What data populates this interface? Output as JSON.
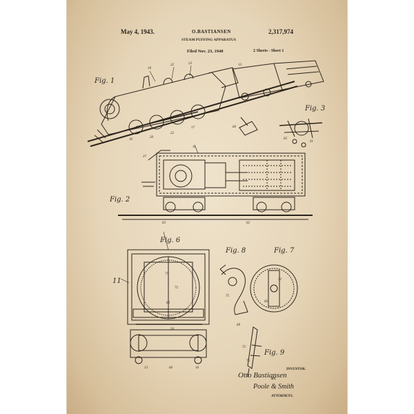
{
  "header": {
    "date": "May 4, 1943.",
    "inventor_name": "O.BASTIANSEN",
    "patent_number": "2,317,974",
    "title": "STEAM PUFFING APPARATUS",
    "filed": "Filed Nov. 23, 1940",
    "sheets": "2 Sheets - Sheet 1"
  },
  "figures": {
    "fig1": "Fig. 1",
    "fig2": "Fig. 2",
    "fig3": "Fig. 3",
    "fig6": "Fig. 6",
    "fig7": "Fig. 7",
    "fig8": "Fig. 8",
    "fig9": "Fig. 9",
    "fig_11": "11"
  },
  "signature": {
    "inventor_label": "INVENTOR.",
    "inventor_signature": "Otto Bastiansen",
    "by": "BY",
    "attorney_signature": "Poole & Smith",
    "attorneys_label": "ATTORNEYS."
  },
  "colors": {
    "paper": "#e6d5b8",
    "ink": "#2b241c",
    "frame": "#ffffff"
  }
}
